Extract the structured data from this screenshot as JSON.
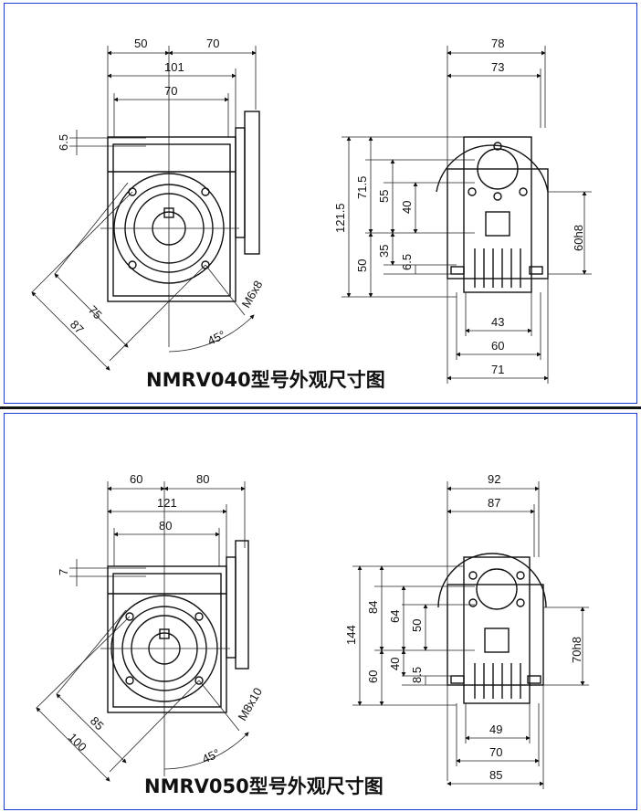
{
  "drawings": [
    {
      "title": "NMRV040型号外观尺寸图",
      "front": {
        "top_a": "50",
        "top_b": "70",
        "overall": "101",
        "inner": "70",
        "flange": "6.5",
        "diag_a": "75",
        "diag_b": "87",
        "angle": "45°",
        "thread": "M6x8"
      },
      "side": {
        "top_a": "78",
        "top_b": "73",
        "total_h": "121.5",
        "upper_h": "71.5",
        "h55": "55",
        "h40": "40",
        "lower_h": "50",
        "h35": "35",
        "h6_5": "6.5",
        "bore": "60h8",
        "b1": "43",
        "b2": "60",
        "b3": "71"
      }
    },
    {
      "title": "NMRV050型号外观尺寸图",
      "front": {
        "top_a": "60",
        "top_b": "80",
        "overall": "121",
        "inner": "80",
        "flange": "7",
        "diag_a": "85",
        "diag_b": "100",
        "angle": "45°",
        "thread": "M8x10"
      },
      "side": {
        "top_a": "92",
        "top_b": "87",
        "total_h": "144",
        "upper_h": "84",
        "h64": "64",
        "h50": "50",
        "lower_h": "60",
        "h40": "40",
        "h8_5": "8.5",
        "bore": "70h8",
        "b1": "49",
        "b2": "70",
        "b3": "85"
      }
    }
  ]
}
